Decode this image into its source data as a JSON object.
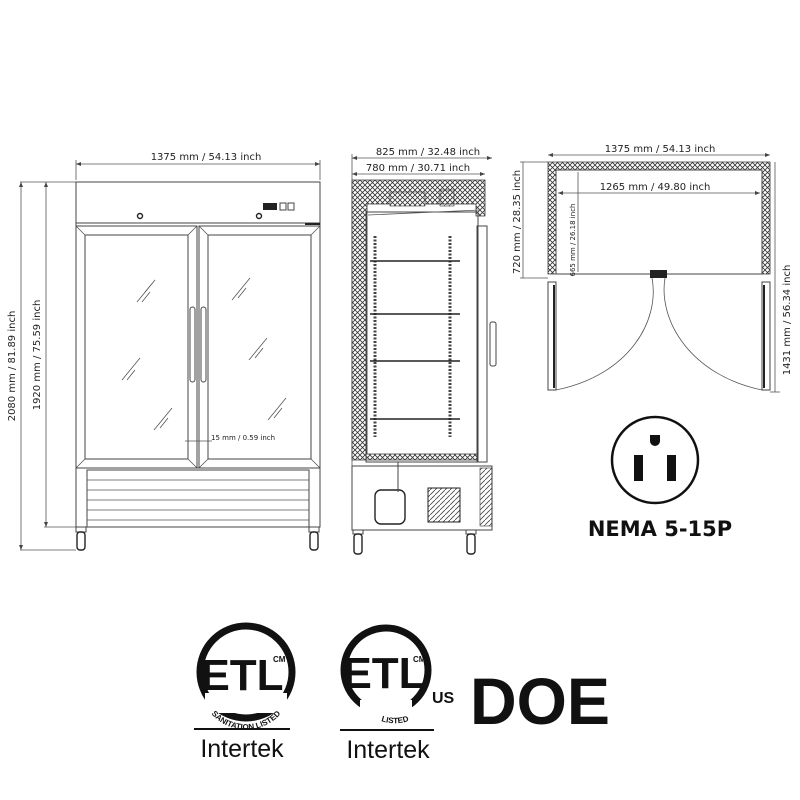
{
  "front_view": {
    "width_label": "1375 mm / 54.13 inch",
    "height_total_label": "2080 mm / 81.89 inch",
    "height_body_label": "1920 mm / 75.59 inch",
    "door_gap_label": "15 mm / 0.59 inch"
  },
  "side_view": {
    "depth_total_label": "825 mm / 32.48 inch",
    "depth_body_label": "780 mm / 30.71 inch"
  },
  "top_view": {
    "width_label": "1375 mm / 54.13 inch",
    "inner_width_label": "1265 mm / 49.80 inch",
    "depth_label": "720 mm / 28.35 inch",
    "inner_depth_label": "665 mm / 26.18 inch",
    "open_depth_label": "1431 mm / 56.34 inch"
  },
  "plug": {
    "label": "NEMA 5-15P"
  },
  "certifications": [
    {
      "name": "ETL Sanitation Listed",
      "arc_text": "SANITATION LISTED",
      "mark": "ETL",
      "cm": "CM",
      "maker": "Intertek"
    },
    {
      "name": "ETL Listed",
      "arc_text": "LISTED",
      "mark": "ETL",
      "cm": "CM",
      "suffix": "US",
      "maker": "Intertek"
    },
    {
      "name": "DOE",
      "mark": "DOE"
    }
  ]
}
